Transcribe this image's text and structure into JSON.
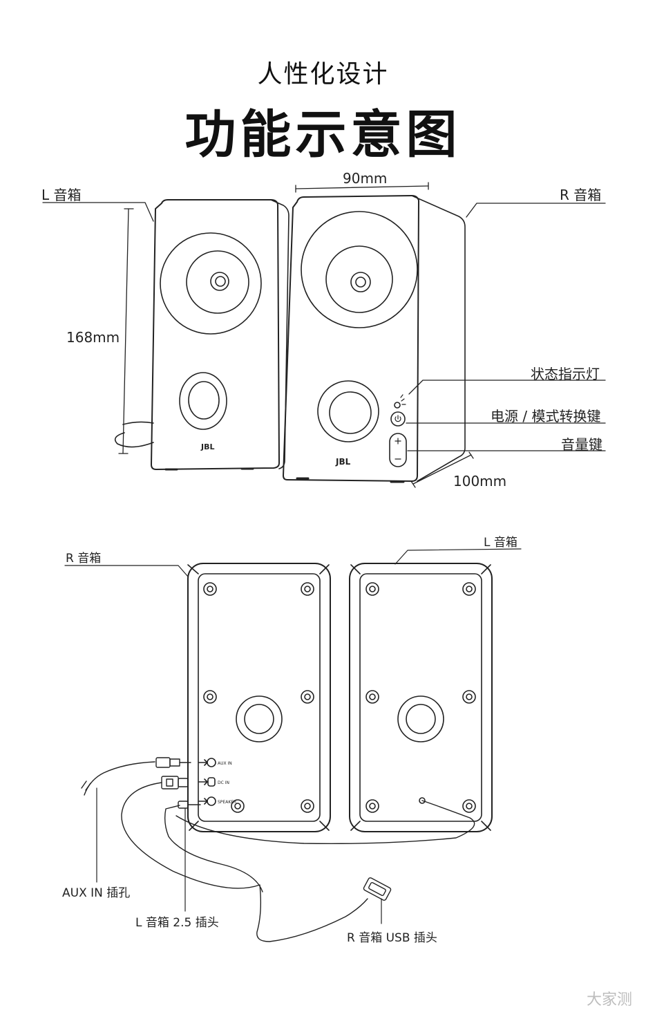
{
  "header": {
    "subtitle": "人性化设计",
    "title": "功能示意图"
  },
  "front_view": {
    "left_speaker_label": "L 音箱",
    "right_speaker_label": "R 音箱",
    "width_dim": "90mm",
    "height_dim": "168mm",
    "depth_dim": "100mm",
    "callouts": {
      "status_indicator": "状态指示灯",
      "power_mode_button": "电源 / 模式转换键",
      "volume_buttons": "音量键"
    },
    "brand_logo": "JBL"
  },
  "rear_view": {
    "right_speaker_label": "R 音箱",
    "left_speaker_label": "L 音箱",
    "port_labels": [
      "AUX IN",
      "DC IN",
      "SPEAKER"
    ],
    "callouts": {
      "aux_in_jack": "AUX IN 插孔",
      "l_speaker_plug": "L 音箱 2.5 插头",
      "r_speaker_usb_plug": "R 音箱 USB 插头"
    }
  },
  "watermark": "大家测",
  "colors": {
    "line": "#222222",
    "watermark": "#bdbdbd"
  }
}
